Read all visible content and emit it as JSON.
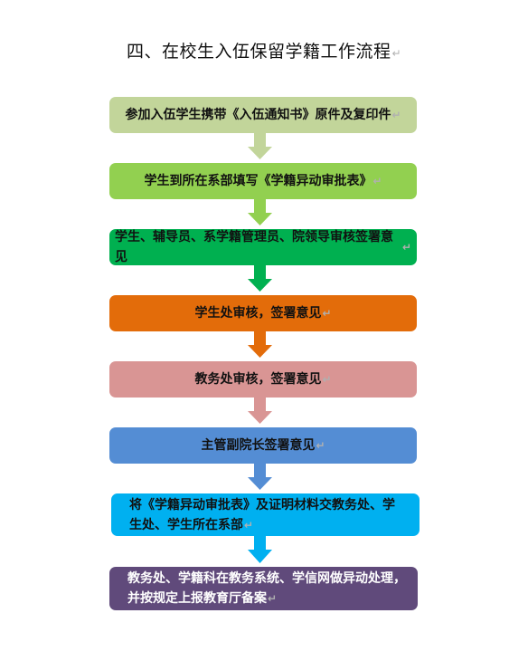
{
  "page": {
    "title": "四、在校生入伍保留学籍工作流程"
  },
  "steps": [
    {
      "label": "参加入伍学生携带《入伍通知书》原件及复印件",
      "color": "#c2d59a"
    },
    {
      "label": "学生到所在系部填写《学籍异动审批表》",
      "color": "#92d050"
    },
    {
      "label": "学生、辅导员、系学籍管理员、院领导审核签署意见",
      "color": "#00b050"
    },
    {
      "label": "学生处审核，签署意见",
      "color": "#e36c0a"
    },
    {
      "label": "教务处审核，签署意见",
      "color": "#d99594"
    },
    {
      "label": "主管副院长签署意见",
      "color": "#548dd4"
    },
    {
      "label": "将《学籍异动审批表》及证明材料交教务处、学生处、学生所在系部",
      "color": "#00b0f0"
    },
    {
      "label": "教务处、学籍科在教务系统、学信网做异动处理，并按规定上报教育厅备案",
      "color": "#604a7b"
    }
  ],
  "colors": {
    "arrow_1": "#c2d59a",
    "arrow_2": "#92d050",
    "arrow_3": "#00b050",
    "arrow_4": "#e36c0a",
    "arrow_5": "#d99594",
    "arrow_6": "#548dd4",
    "arrow_7": "#00b0f0"
  }
}
